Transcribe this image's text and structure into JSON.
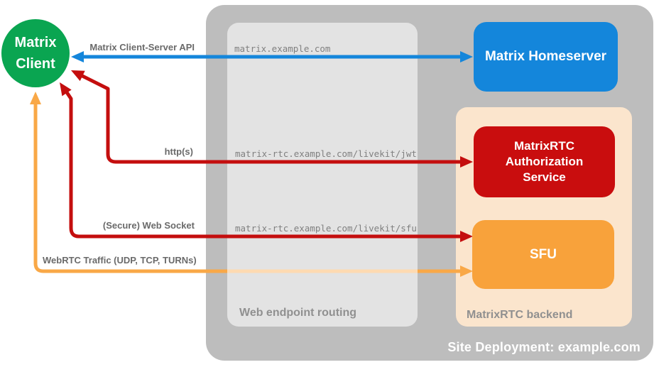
{
  "diagram": {
    "client": {
      "label": "Matrix\nClient"
    },
    "homeserver": {
      "label": "Matrix Homeserver"
    },
    "auth_service": {
      "label": "MatrixRTC\nAuthorization\nService"
    },
    "sfu": {
      "label": "SFU"
    },
    "site": {
      "label": "Site Deployment: example.com"
    },
    "routing": {
      "label": "Web endpoint routing",
      "endpoints": [
        "matrix.example.com",
        "matrix-rtc.example.com/livekit/jwt",
        "matrix-rtc.example.com/livekit/sfu"
      ]
    },
    "backend": {
      "label": "MatrixRTC backend"
    },
    "connections": {
      "client_server_api": "Matrix Client-Server API",
      "https": "http(s)",
      "websocket": "(Secure) Web Socket",
      "webrtc": "WebRTC Traffic (UDP, TCP, TURNs)"
    },
    "colors": {
      "client_green": "#0aa551",
      "homeserver_blue": "#1486db",
      "auth_red": "#c90d0e",
      "sfu_orange": "#f8a23b",
      "arrow_blue": "#1486db",
      "arrow_red": "#c40e0e",
      "arrow_orange": "#f9a847",
      "container_gray": "#bdbdbd",
      "routing_panel_gray": "#e3e3e3",
      "backend_peach": "#fbe5cd",
      "label_gray": "#6a6a6a"
    }
  }
}
